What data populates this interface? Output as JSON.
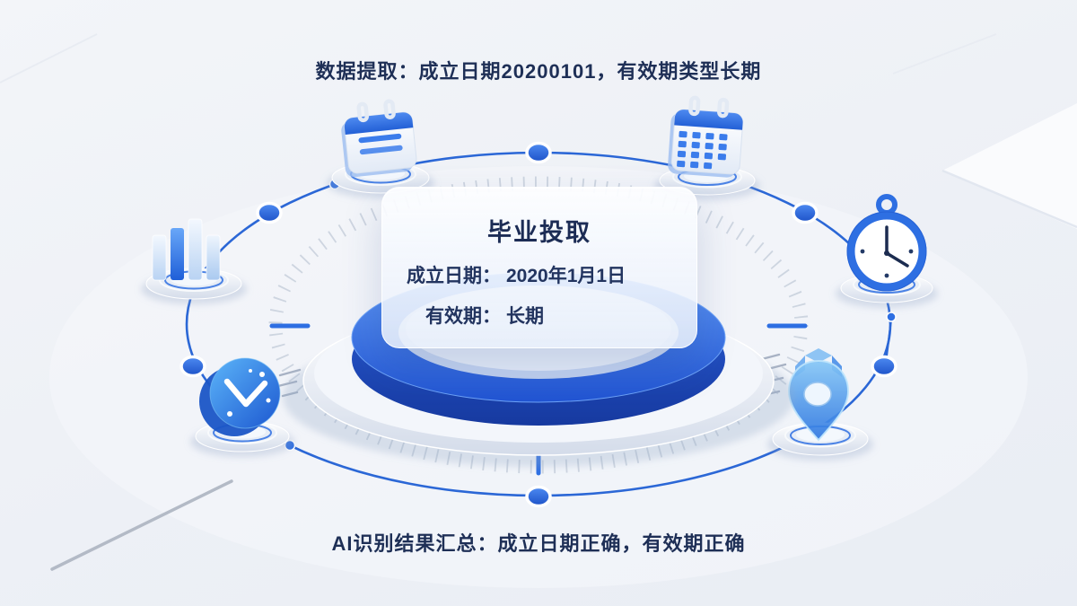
{
  "captions": {
    "top": "数据提取：成立日期20200101，有效期类型长期",
    "bottom": "AI识别结果汇总：成立日期正确，有效期正确"
  },
  "card": {
    "title": "毕业投取",
    "fields": [
      {
        "label": "成立日期：",
        "value": "2020年1月1日"
      },
      {
        "label": "有效期：",
        "value": "长期"
      }
    ]
  },
  "icons": [
    {
      "name": "notepad-icon"
    },
    {
      "name": "calendar-icon"
    },
    {
      "name": "bar-chart-icon"
    },
    {
      "name": "stopwatch-icon"
    },
    {
      "name": "clock-icon"
    },
    {
      "name": "location-pin-icon"
    }
  ],
  "colors": {
    "accent_blue": "#2e6fe2",
    "orbit_blue": "#2b67d6",
    "podium_blue": "#2f63dd",
    "navy_text": "#1e2f56",
    "background": "#eef1f6"
  }
}
